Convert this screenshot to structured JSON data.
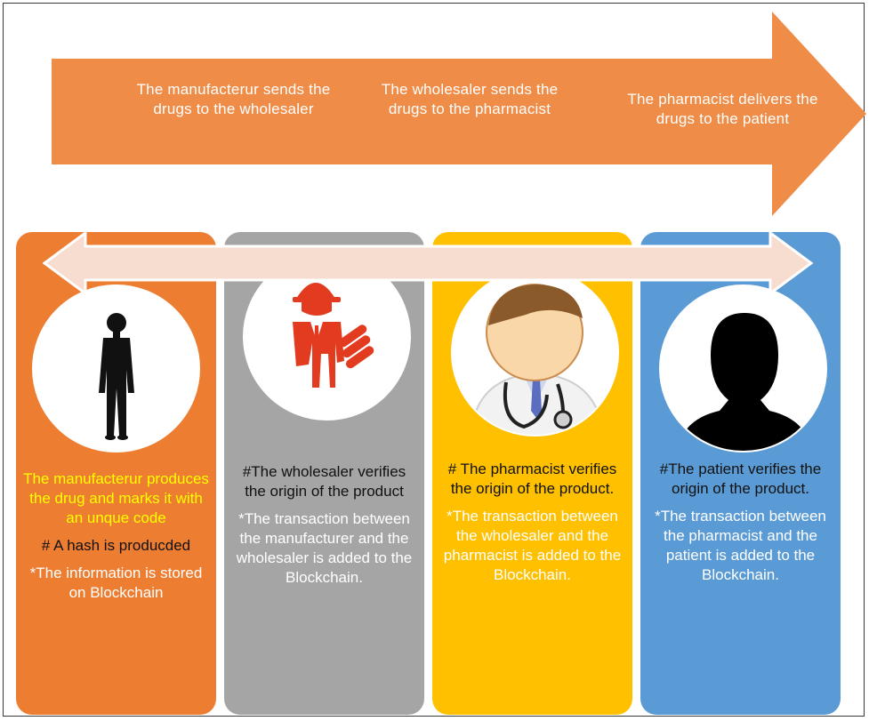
{
  "flow": {
    "step1": "The manufacterur sends the drugs to the wholesaler",
    "step2": "The wholesaler sends the drugs to the pharmacist",
    "step3": "The pharmacist delivers the drugs to the patient"
  },
  "colors": {
    "orange": "#ed7d31",
    "arrow_orange": "#ef8c47",
    "gray": "#a5a5a5",
    "gold": "#ffc000",
    "blue": "#5b9bd5",
    "highlight": "#ffff00"
  },
  "panels": [
    {
      "icon": "manufacturer-silhouette-icon",
      "highlight": "The manufacterur produces the drug and marks it with an unque code",
      "hash": "# A hash is producded",
      "info": "*The information is stored on Blockchain"
    },
    {
      "icon": "worker-hardhat-icon",
      "verify": "#The wholesaler verifies the origin of the product",
      "transaction": "*The transaction between the manufacturer and the wholesaler is added to the Blockchain."
    },
    {
      "icon": "doctor-stethoscope-icon",
      "verify": "# The pharmacist verifies the origin of the product.",
      "transaction": "*The transaction between the wholesaler and the pharmacist is added to the Blockchain."
    },
    {
      "icon": "patient-silhouette-icon",
      "verify": "#The patient verifies the origin of the product.",
      "transaction": "*The transaction between the pharmacist and the patient is added to the Blockchain."
    }
  ]
}
